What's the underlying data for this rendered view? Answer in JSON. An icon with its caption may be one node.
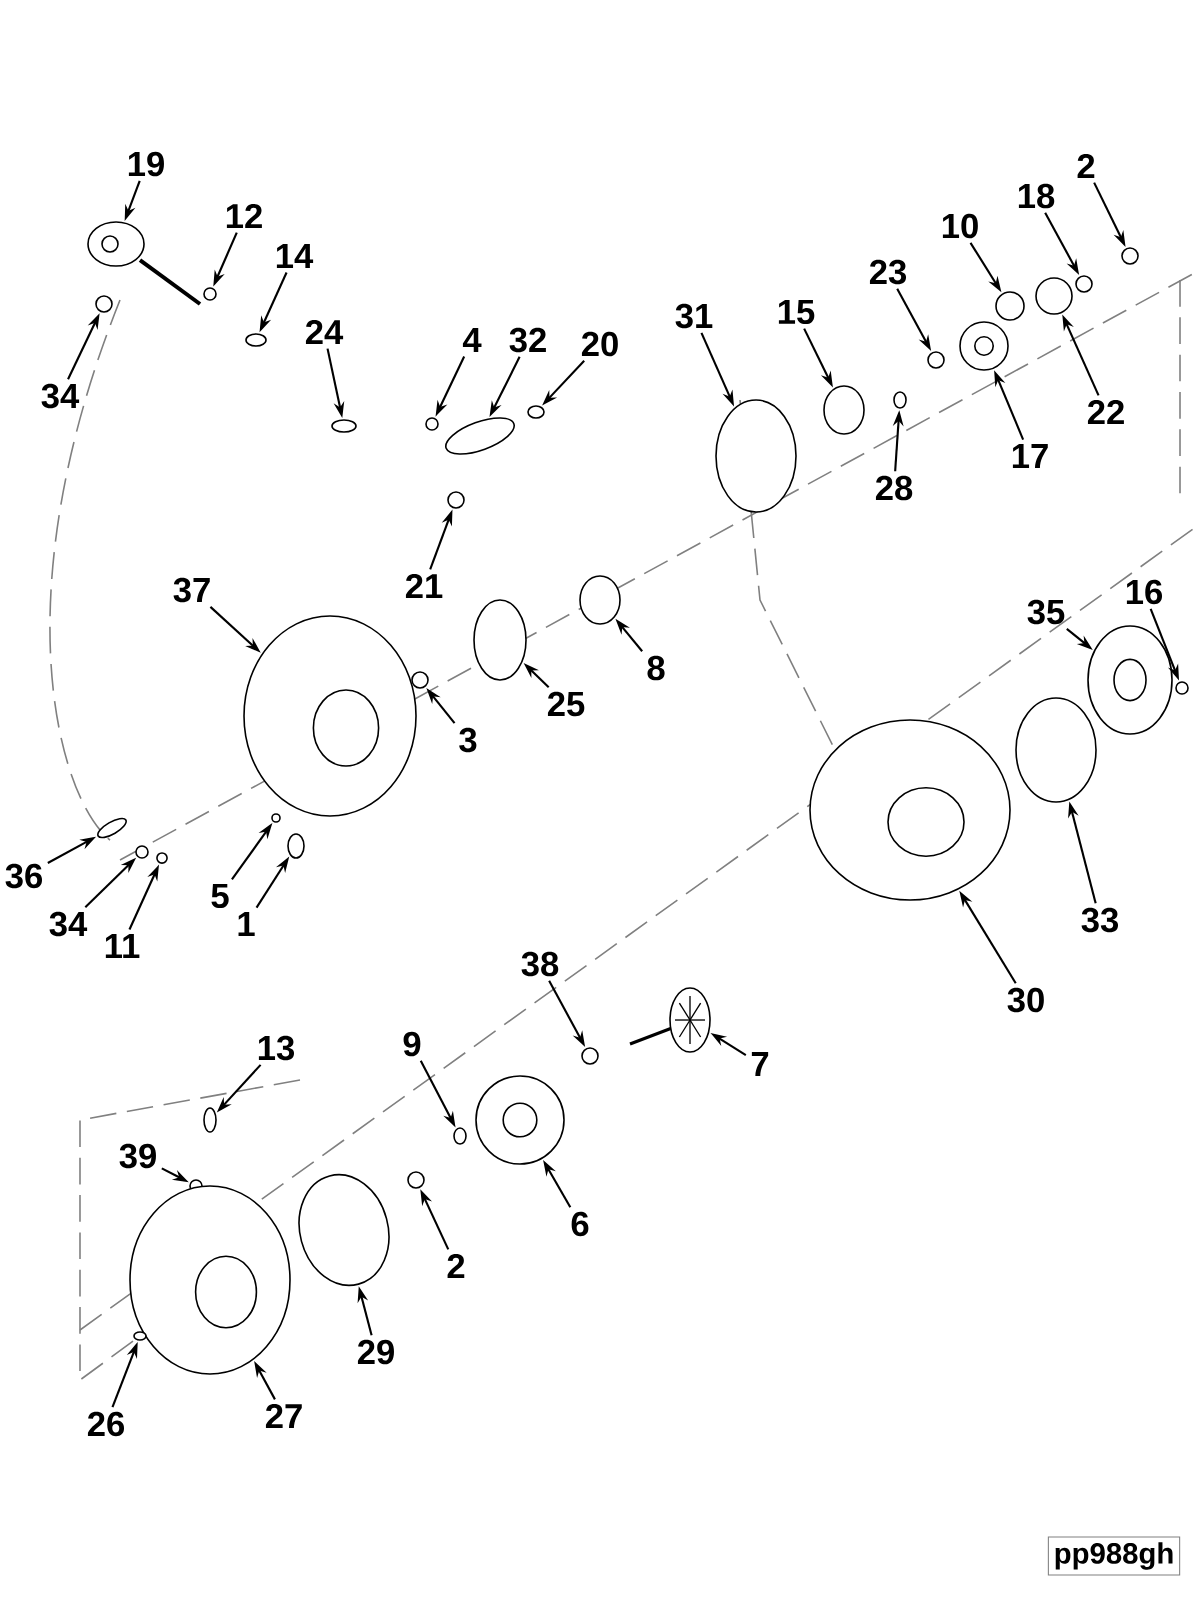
{
  "diagram": {
    "nodes": [
      {
        "text": [
          "19"
        ]
      },
      {
        "text": [
          "2"
        ]
      },
      {
        "text": [
          "18"
        ]
      },
      {
        "text": [
          "12"
        ]
      },
      {
        "text": [
          "10"
        ]
      },
      {
        "text": [
          "14"
        ]
      },
      {
        "text": [
          "23"
        ]
      },
      {
        "text": [
          "31"
        ]
      },
      {
        "text": [
          "15"
        ]
      },
      {
        "text": [
          "24"
        ]
      },
      {
        "text": [
          "4"
        ]
      },
      {
        "text": [
          "32"
        ]
      },
      {
        "text": [
          "20"
        ]
      },
      {
        "text": [
          "34"
        ]
      },
      {
        "text": [
          "22"
        ]
      },
      {
        "text": [
          "17"
        ]
      },
      {
        "text": [
          "28"
        ]
      },
      {
        "text": [
          "21"
        ]
      },
      {
        "text": [
          "37"
        ]
      },
      {
        "text": [
          "16"
        ]
      },
      {
        "text": [
          "35"
        ]
      },
      {
        "text": [
          "8"
        ]
      },
      {
        "text": [
          "25"
        ]
      },
      {
        "text": [
          "3"
        ]
      },
      {
        "text": [
          "36"
        ]
      },
      {
        "text": [
          "5"
        ]
      },
      {
        "text": [
          "34"
        ]
      },
      {
        "text": [
          "33"
        ]
      },
      {
        "text": [
          "1"
        ]
      },
      {
        "text": [
          "11"
        ]
      },
      {
        "text": [
          "38"
        ]
      },
      {
        "text": [
          "30"
        ]
      },
      {
        "text": [
          "9"
        ]
      },
      {
        "text": [
          "13"
        ]
      },
      {
        "text": [
          "7"
        ]
      },
      {
        "text": [
          "39"
        ]
      },
      {
        "text": [
          "6"
        ]
      },
      {
        "text": [
          "2"
        ]
      },
      {
        "text": [
          "29"
        ]
      },
      {
        "text": [
          "27"
        ]
      },
      {
        "text": [
          "26"
        ]
      },
      {
        "text": [
          "pp988gh"
        ]
      },
      {
        "text": [],
        "shape": "picture"
      },
      {
        "text": [],
        "shape": "circle"
      },
      {
        "text": [],
        "shape": "circle"
      },
      {
        "text": [],
        "shape": "circle"
      },
      {
        "text": [],
        "shape": "circle"
      },
      {
        "text": [],
        "shape": "circle"
      },
      {
        "text": [],
        "shape": "circle"
      },
      {
        "text": [],
        "shape": "circle"
      },
      {
        "text": [],
        "shape": "circle"
      },
      {
        "text": [],
        "shape": "circle"
      },
      {
        "text": [],
        "shape": "circle"
      },
      {
        "text": [],
        "shape": "circle"
      },
      {
        "text": [],
        "shape": "circle"
      },
      {
        "text": [],
        "shape": "circle"
      },
      {
        "text": [],
        "shape": "circle"
      },
      {
        "text": [],
        "shape": "picture"
      },
      {
        "text": [],
        "shape": "circle"
      },
      {
        "text": [],
        "shape": "circle"
      },
      {
        "text": [],
        "shape": "picture"
      },
      {
        "text": [],
        "shape": "circle"
      },
      {
        "text": [],
        "shape": "picture"
      },
      {
        "text": [],
        "shape": "circle"
      },
      {
        "text": [],
        "shape": "circle"
      },
      {
        "text": [],
        "shape": "circle"
      },
      {
        "text": [],
        "shape": "circle"
      },
      {
        "text": [],
        "shape": "circle"
      },
      {
        "text": [],
        "shape": "circle"
      },
      {
        "text": [],
        "shape": "circle"
      },
      {
        "text": [],
        "shape": "circle"
      },
      {
        "text": [],
        "shape": "circle"
      },
      {
        "text": [],
        "shape": "circle"
      },
      {
        "text": [],
        "shape": "picture"
      },
      {
        "text": [],
        "shape": "circle"
      },
      {
        "text": [],
        "shape": "circle"
      },
      {
        "text": [],
        "shape": "picture"
      },
      {
        "text": [],
        "shape": "circle"
      },
      {
        "text": [],
        "shape": "picture"
      },
      {
        "text": [],
        "shape": "circle"
      },
      {
        "text": [],
        "shape": "circle"
      },
      {
        "text": [],
        "shape": "picture"
      },
      {
        "text": [],
        "shape": "circle"
      }
    ],
    "edges": [
      {
        "from": 0,
        "to": 42,
        "arrow": "to"
      },
      {
        "from": 1,
        "to": 43,
        "arrow": "to"
      },
      {
        "from": 2,
        "to": 44,
        "arrow": "to"
      },
      {
        "from": 3,
        "to": 45,
        "arrow": "to"
      },
      {
        "from": 4,
        "to": 46,
        "arrow": "to"
      },
      {
        "from": 5,
        "to": 47,
        "arrow": "to"
      },
      {
        "from": 6,
        "to": 48,
        "arrow": "to"
      },
      {
        "from": 7,
        "to": 49,
        "arrow": "to"
      },
      {
        "from": 8,
        "to": 50,
        "arrow": "to"
      },
      {
        "from": 9,
        "to": 51,
        "arrow": "to"
      },
      {
        "from": 10,
        "to": 52,
        "arrow": "to"
      },
      {
        "from": 11,
        "to": 53,
        "arrow": "to"
      },
      {
        "from": 12,
        "to": 54,
        "arrow": "to"
      },
      {
        "from": 13,
        "to": 55,
        "arrow": "to"
      },
      {
        "from": 14,
        "to": 56,
        "arrow": "to"
      },
      {
        "from": 15,
        "to": 57,
        "arrow": "to"
      },
      {
        "from": 16,
        "to": 58,
        "arrow": "to"
      },
      {
        "from": 17,
        "to": 59,
        "arrow": "to"
      },
      {
        "from": 18,
        "to": 60,
        "arrow": "to"
      },
      {
        "from": 19,
        "to": 61,
        "arrow": "to"
      },
      {
        "from": 20,
        "to": 62,
        "arrow": "to"
      },
      {
        "from": 21,
        "to": 63,
        "arrow": "to"
      },
      {
        "from": 22,
        "to": 64,
        "arrow": "to"
      },
      {
        "from": 23,
        "to": 65,
        "arrow": "to"
      },
      {
        "from": 24,
        "to": 66,
        "arrow": "to"
      },
      {
        "from": 25,
        "to": 67,
        "arrow": "to"
      },
      {
        "from": 26,
        "to": 68,
        "arrow": "to"
      },
      {
        "from": 27,
        "to": 69,
        "arrow": "to"
      },
      {
        "from": 28,
        "to": 70,
        "arrow": "to"
      },
      {
        "from": 29,
        "to": 71,
        "arrow": "to"
      },
      {
        "from": 30,
        "to": 72,
        "arrow": "to"
      },
      {
        "from": 31,
        "to": 73,
        "arrow": "to"
      },
      {
        "from": 32,
        "to": 74,
        "arrow": "to"
      },
      {
        "from": 33,
        "to": 75,
        "arrow": "to"
      },
      {
        "from": 34,
        "to": 76,
        "arrow": "to"
      },
      {
        "from": 35,
        "to": 77,
        "arrow": "to"
      },
      {
        "from": 36,
        "to": 78,
        "arrow": "to"
      },
      {
        "from": 37,
        "to": 79,
        "arrow": "to"
      },
      {
        "from": 38,
        "to": 80,
        "arrow": "to"
      },
      {
        "from": 39,
        "to": 81,
        "arrow": "to"
      },
      {
        "from": 40,
        "to": 82,
        "arrow": "to"
      }
    ]
  }
}
